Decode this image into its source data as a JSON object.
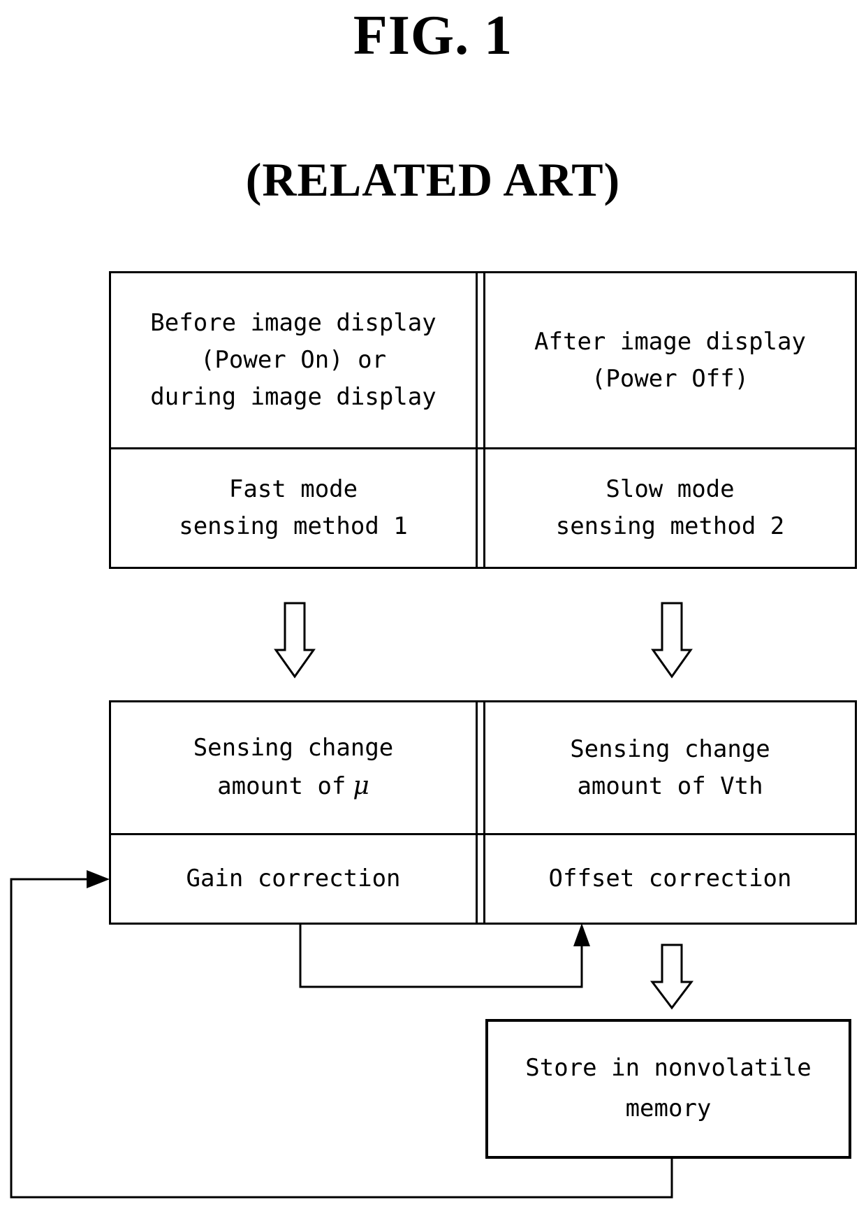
{
  "figure": {
    "title": "FIG. 1",
    "subtitle": "(RELATED ART)"
  },
  "colors": {
    "ink": "#000000",
    "background": "#ffffff"
  },
  "sensing_table": {
    "timing_before": {
      "line1": "Before image display",
      "line2": "(Power On) or",
      "line3": "during image display"
    },
    "timing_after": {
      "line1": "After image display",
      "line2": "(Power Off)"
    },
    "fast_mode": {
      "line1": "Fast mode",
      "line2": "sensing method 1"
    },
    "slow_mode": {
      "line1": "Slow mode",
      "line2": "sensing method 2"
    }
  },
  "correction_table": {
    "sensing_mu": {
      "line1": "Sensing change",
      "line2_prefix": "amount of",
      "line2_symbol": "μ"
    },
    "sensing_vth": {
      "line1": "Sensing change",
      "line2": "amount of Vth"
    },
    "gain": "Gain correction",
    "offset": "Offset correction"
  },
  "store_box": {
    "line1": "Store in nonvolatile",
    "line2": "memory"
  },
  "icons": {
    "down_arrow_fast": "hollow-down-block-arrow",
    "down_arrow_slow": "hollow-down-block-arrow",
    "down_arrow_store": "hollow-down-block-arrow",
    "gain_to_offset_arrowhead": "solid-up-arrowhead",
    "feedback_arrowhead": "solid-right-arrowhead"
  }
}
